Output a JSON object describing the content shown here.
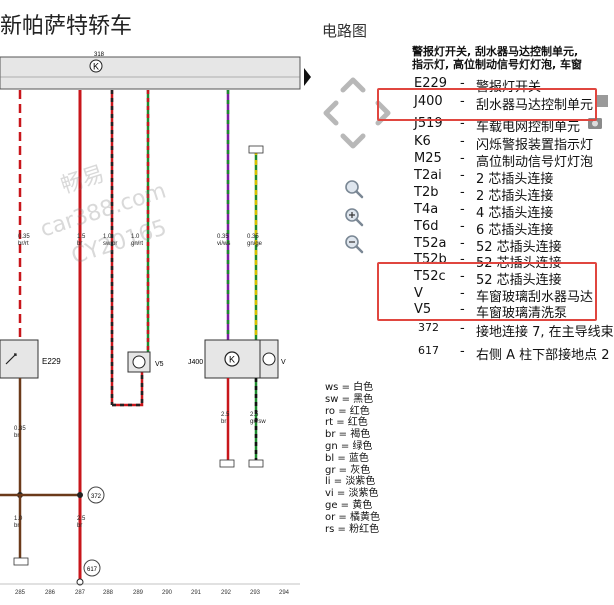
{
  "header": {
    "title": "新帕萨特轿车",
    "section": "电路图"
  },
  "description": {
    "line1": "警报灯开关, 刮水器马达控制单元,",
    "line2": "指示灯, 高位制动信号灯灯泡, 车窗"
  },
  "legend": [
    {
      "code": "E229",
      "text": "警报灯开关"
    },
    {
      "code": "J400",
      "text": "刮水器马达控制单元"
    },
    {
      "code": "J519",
      "text": "车载电网控制单元"
    },
    {
      "code": "K6",
      "text": "闪烁警报装置指示灯"
    },
    {
      "code": "M25",
      "text": "高位制动信号灯灯泡"
    },
    {
      "code": "T2ai",
      "text": "2 芯插头连接"
    },
    {
      "code": "T2b",
      "text": "2 芯插头连接"
    },
    {
      "code": "T4a",
      "text": "4 芯插头连接"
    },
    {
      "code": "T6d",
      "text": "6 芯插头连接"
    },
    {
      "code": "T52a",
      "text": "52 芯插头连接"
    },
    {
      "code": "T52b",
      "text": "52 芯插头连接"
    },
    {
      "code": "T52c",
      "text": "52 芯插头连接"
    },
    {
      "code": "V",
      "text": "车窗玻璃刮水器马达"
    },
    {
      "code": "V5",
      "text": "车窗玻璃清洗泵"
    },
    {
      "code": "372",
      "text": "接地连接 7, 在主导线束"
    },
    {
      "code": "617",
      "text": "右侧 A 柱下部接地点 2"
    }
  ],
  "wire_colors": [
    {
      "code": "ws",
      "name": "白色"
    },
    {
      "code": "sw",
      "name": "黑色"
    },
    {
      "code": "ro",
      "name": "红色"
    },
    {
      "code": "rt",
      "name": "红色"
    },
    {
      "code": "br",
      "name": "褐色"
    },
    {
      "code": "gn",
      "name": "绿色"
    },
    {
      "code": "bl",
      "name": "蓝色"
    },
    {
      "code": "gr",
      "name": "灰色"
    },
    {
      "code": "li",
      "name": "淡紫色"
    },
    {
      "code": "vi",
      "name": "淡紫色"
    },
    {
      "code": "ge",
      "name": "黄色"
    },
    {
      "code": "or",
      "name": "橘黄色"
    },
    {
      "code": "rs",
      "name": "粉红色"
    }
  ],
  "watermark": [
    "畅易",
    "car388.com",
    "CY20165"
  ],
  "schematic": {
    "bus_number": "318",
    "bus_symbol": "K",
    "wire_labels": [
      {
        "size": "0.35",
        "color": "br/rt"
      },
      {
        "size": "1.5",
        "color": "br"
      },
      {
        "size": "1.0",
        "color": "sw/br"
      },
      {
        "size": "1.0",
        "color": "gn/rt"
      },
      {
        "size": "0.35",
        "color": "vi/ws"
      },
      {
        "size": "0.35",
        "color": "gn/ge"
      },
      {
        "size": "0.35",
        "color": "br"
      },
      {
        "size": "1.0",
        "color": "br"
      },
      {
        "size": "2.5",
        "color": "br"
      },
      {
        "size": "2.5",
        "color": "br"
      },
      {
        "size": "2.5",
        "color": "gn/sw"
      }
    ],
    "components": {
      "e229": "E229",
      "v5": "V5",
      "j400": "J400",
      "v": "V"
    },
    "component_symbol": "K",
    "ground_labels": [
      "372",
      "617"
    ],
    "column_numbers": [
      "285",
      "286",
      "287",
      "288",
      "289",
      "290",
      "291",
      "292",
      "293",
      "294"
    ]
  },
  "colors": {
    "highlight": "#e0463f",
    "wire_red": "#c8161b",
    "wire_purple": "#7a1fa0",
    "wire_green": "#1e8a2e",
    "wire_brown": "#6b3a1a",
    "wire_yellow": "#d6c100",
    "bus_fill": "#e6e6e6"
  }
}
